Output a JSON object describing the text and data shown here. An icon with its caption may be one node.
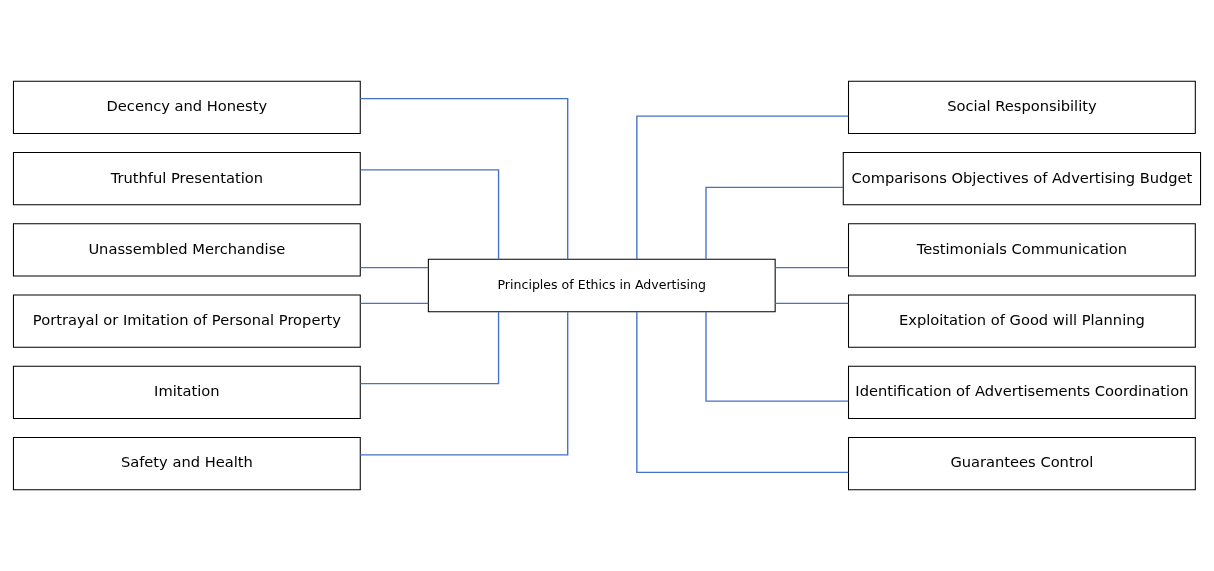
{
  "diagram": {
    "nodes": [
      {
        "text": [
          "Principles of Ethics in Advertising"
        ]
      },
      {
        "text": [
          "Decency and Honesty"
        ]
      },
      {
        "text": [
          "Truthful Presentation"
        ]
      },
      {
        "text": [
          "Unassembled Merchandise"
        ]
      },
      {
        "text": [
          "Portrayal or Imitation of Personal Property"
        ]
      },
      {
        "text": [
          "Imitation"
        ]
      },
      {
        "text": [
          "Safety and Health"
        ]
      },
      {
        "text": [
          "Social Responsibility"
        ]
      },
      {
        "text": [
          "Comparisons Objectives of Advertising Budget"
        ]
      },
      {
        "text": [
          "Testimonials Communication"
        ]
      },
      {
        "text": [
          "Exploitation of Good will Planning"
        ]
      },
      {
        "text": [
          "Identification of Advertisements Coordination"
        ]
      },
      {
        "text": [
          "Guarantees Control"
        ]
      }
    ],
    "edges": [
      {
        "from": 0,
        "to": 1,
        "arrow": "none"
      },
      {
        "from": 0,
        "to": 2,
        "arrow": "none"
      },
      {
        "from": 0,
        "to": 3,
        "arrow": "none"
      },
      {
        "from": 0,
        "to": 4,
        "arrow": "none"
      },
      {
        "from": 0,
        "to": 5,
        "arrow": "none"
      },
      {
        "from": 0,
        "to": 6,
        "arrow": "none"
      },
      {
        "from": 0,
        "to": 7,
        "arrow": "none"
      },
      {
        "from": 0,
        "to": 8,
        "arrow": "none"
      },
      {
        "from": 0,
        "to": 9,
        "arrow": "none"
      },
      {
        "from": 0,
        "to": 10,
        "arrow": "none"
      },
      {
        "from": 0,
        "to": 11,
        "arrow": "none"
      },
      {
        "from": 0,
        "to": 12,
        "arrow": "none"
      }
    ]
  }
}
